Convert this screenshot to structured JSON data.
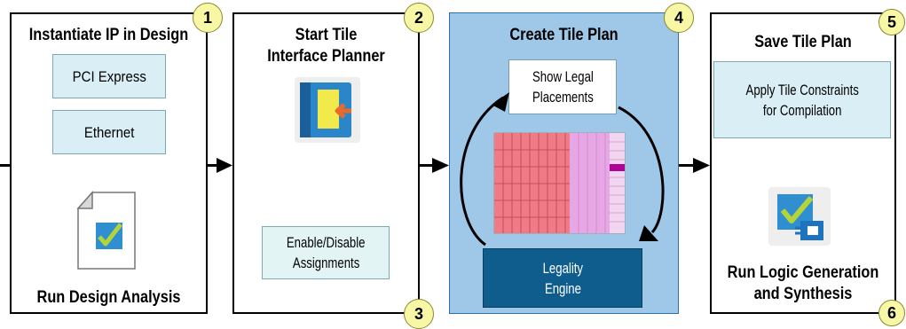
{
  "steps": [
    {
      "number": "1",
      "title": "Instantiate IP in Design",
      "boxes": [
        "PCI Express",
        "Ethernet"
      ],
      "footer": "Run Design Analysis"
    },
    {
      "number": "2",
      "title_line1": "Start Tile",
      "title_line2": "Interface Planner",
      "number_lower": "3",
      "box_line1": "Enable/Disable",
      "box_line2": "Assignments"
    },
    {
      "number": "4",
      "title": "Create Tile Plan",
      "box_line1": "Show Legal",
      "box_line2": "Placements",
      "engine_line1": "Legality",
      "engine_line2": "Engine"
    },
    {
      "number": "5",
      "title": "Save Tile Plan",
      "box_line1": "Apply Tile Constraints",
      "box_line2": "for Compilation",
      "number_lower": "6",
      "footer_line1": "Run Logic Generation",
      "footer_line2": "and Synthesis"
    }
  ],
  "icons": {
    "design_analysis": "document-checkmark-icon",
    "planner": "tile-interface-planner-icon",
    "floorplan": "tile-floorplan-grid-icon",
    "synthesis": "logic-synthesis-icon"
  },
  "colors": {
    "panel_blue": "#9fc7e8",
    "light_box": "#d9eef5",
    "engine_box": "#0f5d8c",
    "badge": "#f7f7a6"
  }
}
